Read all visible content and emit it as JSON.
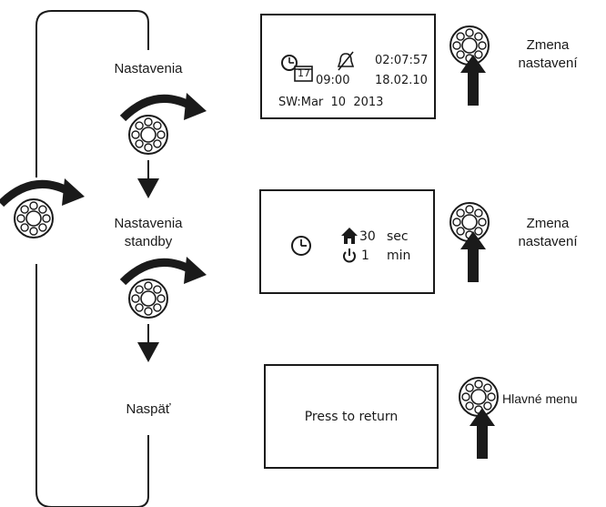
{
  "flow": {
    "step1_label": "Nastavenia",
    "step2_label_line1": "Nastavenia",
    "step2_label_line2": "standby",
    "step3_label": "Naspäť"
  },
  "screens": {
    "settings": {
      "calendar_day": "17",
      "time": "02:07:57",
      "alarm_time": "09:00",
      "date": "18.02.10",
      "software": "SW:Mar  10  2013"
    },
    "standby": {
      "home_value": "30",
      "home_unit": "sec",
      "power_value": "1",
      "power_unit": "min"
    },
    "return": {
      "text": "Press to return"
    }
  },
  "actions": {
    "settings_action_line1": "Zmena",
    "settings_action_line2": "nastavení",
    "standby_action_line1": "Zmena",
    "standby_action_line2": "nastavení",
    "return_action": "Hlavné menu"
  },
  "icons": {
    "knob": "rotary-knob-icon",
    "rotate": "rotate-arrow-icon",
    "press": "press-arrow-icon",
    "clock": "clock-icon",
    "calendar": "calendar-icon",
    "alarm_off": "alarm-off-icon",
    "home": "home-icon",
    "power": "power-icon"
  }
}
